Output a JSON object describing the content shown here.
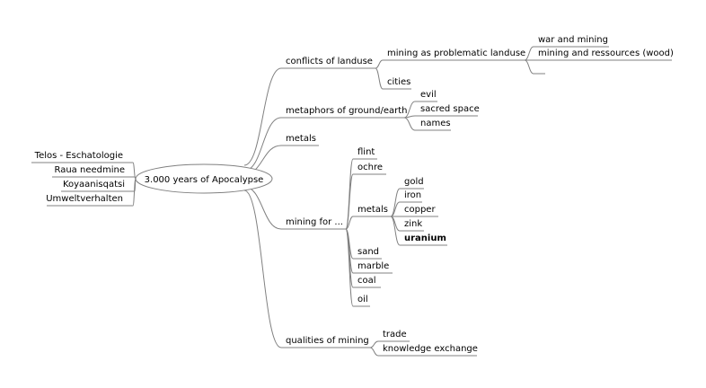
{
  "root": "3.000 years of Apocalypse",
  "left": [
    "Telos - Eschatologie",
    "Raua needmine",
    "Koyaanisqatsi",
    "Umweltverhalten"
  ],
  "conflicts": {
    "label": "conflicts of landuse",
    "problematic": {
      "label": "mining as problematic landuse",
      "children": [
        "war and mining",
        "mining and ressources (wood)",
        ""
      ]
    },
    "cities": "cities"
  },
  "metaphors": {
    "label": "metaphors of ground/earth",
    "children": [
      "evil",
      "sacred space",
      "names"
    ]
  },
  "metals_top": "metals",
  "mining_for": {
    "label": "mining for ...",
    "children_top": [
      "flint",
      "ochre"
    ],
    "metals": {
      "label": "metals",
      "children": [
        "gold",
        "iron",
        "copper",
        "zink",
        "uranium"
      ]
    },
    "children_bottom": [
      "sand",
      "marble",
      "coal",
      "oil"
    ]
  },
  "qualities": {
    "label": "qualities of mining",
    "children": [
      "trade",
      "knowledge exchange"
    ]
  }
}
